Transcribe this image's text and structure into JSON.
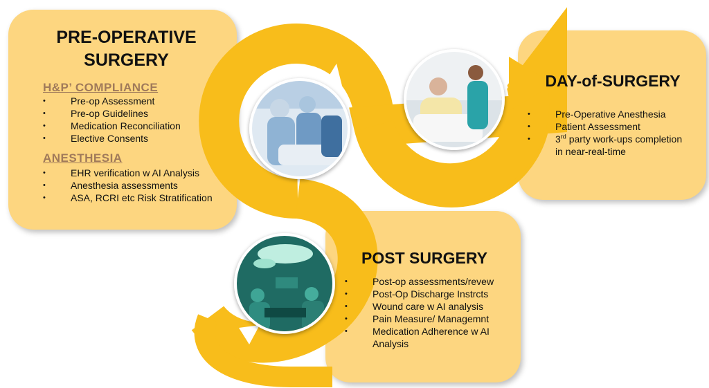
{
  "colors": {
    "card": "#fdd680",
    "ribbon": "#f8bd1b",
    "subheading": "#a07a5a"
  },
  "pre": {
    "title_line1": "PRE-OPERATIVE",
    "title_line2": "SURGERY",
    "hp_heading": "H&P’  COMPLIANCE",
    "hp_items": [
      "Pre-op Assessment",
      "Pre-op Guidelines",
      "Medication Reconciliation",
      "Elective Consents"
    ],
    "anesthesia_heading": "ANESTHESIA",
    "anesthesia_items": [
      "EHR verification w AI Analysis",
      "Anesthesia assessments",
      "ASA, RCRI etc Risk Stratification"
    ]
  },
  "day": {
    "title": "DAY-of-SURGERY",
    "items": [
      "Pre-Operative Anesthesia",
      "Patient Assessment"
    ],
    "item3_sup": "rd",
    "item3_prefix": "3",
    "item3_rest": " party work-ups completion in near-real-time"
  },
  "post": {
    "title": "POST SURGERY",
    "items": [
      "Post-op assessments/revew",
      "Post-Op Discharge Instrcts",
      "Wound care w AI analysis",
      "Pain Measure/ Managemnt",
      "Medication Adherence w AI Analysis"
    ]
  },
  "icons": {
    "pre_photo": "surgeons-operating-photo",
    "day_photo": "nurse-with-patient-photo",
    "post_photo": "operating-room-photo"
  }
}
